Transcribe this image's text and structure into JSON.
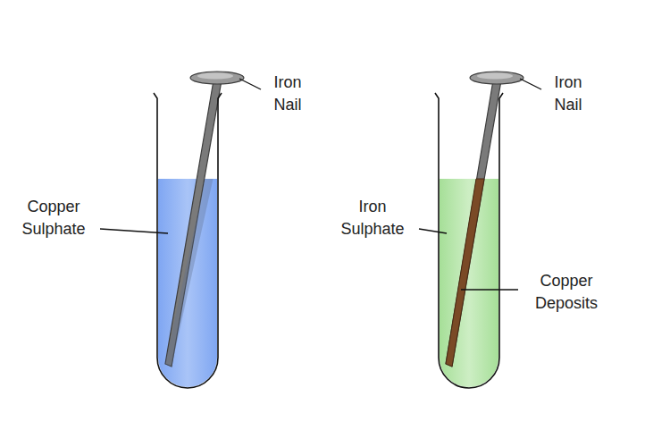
{
  "diagram": {
    "labels": [
      "Iron Nail",
      "Copper Sulphate",
      "Iron Nail",
      "Iron Sulphate",
      "Copper Deposits"
    ]
  }
}
